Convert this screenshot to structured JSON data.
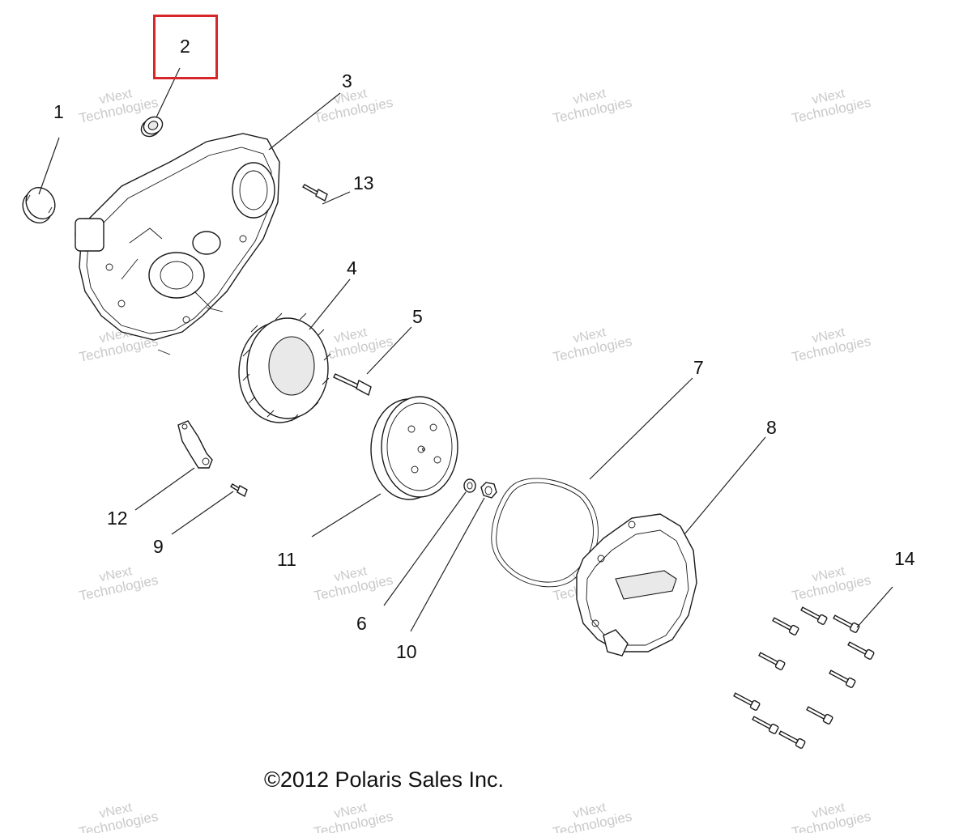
{
  "callouts": {
    "c1": "1",
    "c2": "2",
    "c3": "3",
    "c4": "4",
    "c5": "5",
    "c6": "6",
    "c7": "7",
    "c8": "8",
    "c9": "9",
    "c10": "10",
    "c11": "11",
    "c12": "12",
    "c13": "13",
    "c14": "14"
  },
  "highlighted_callout": "2",
  "highlight_color": "#d9262a",
  "copyright": "©2012 Polaris Sales Inc.",
  "watermark": {
    "line1": "vNext",
    "line2": "Technologies"
  }
}
